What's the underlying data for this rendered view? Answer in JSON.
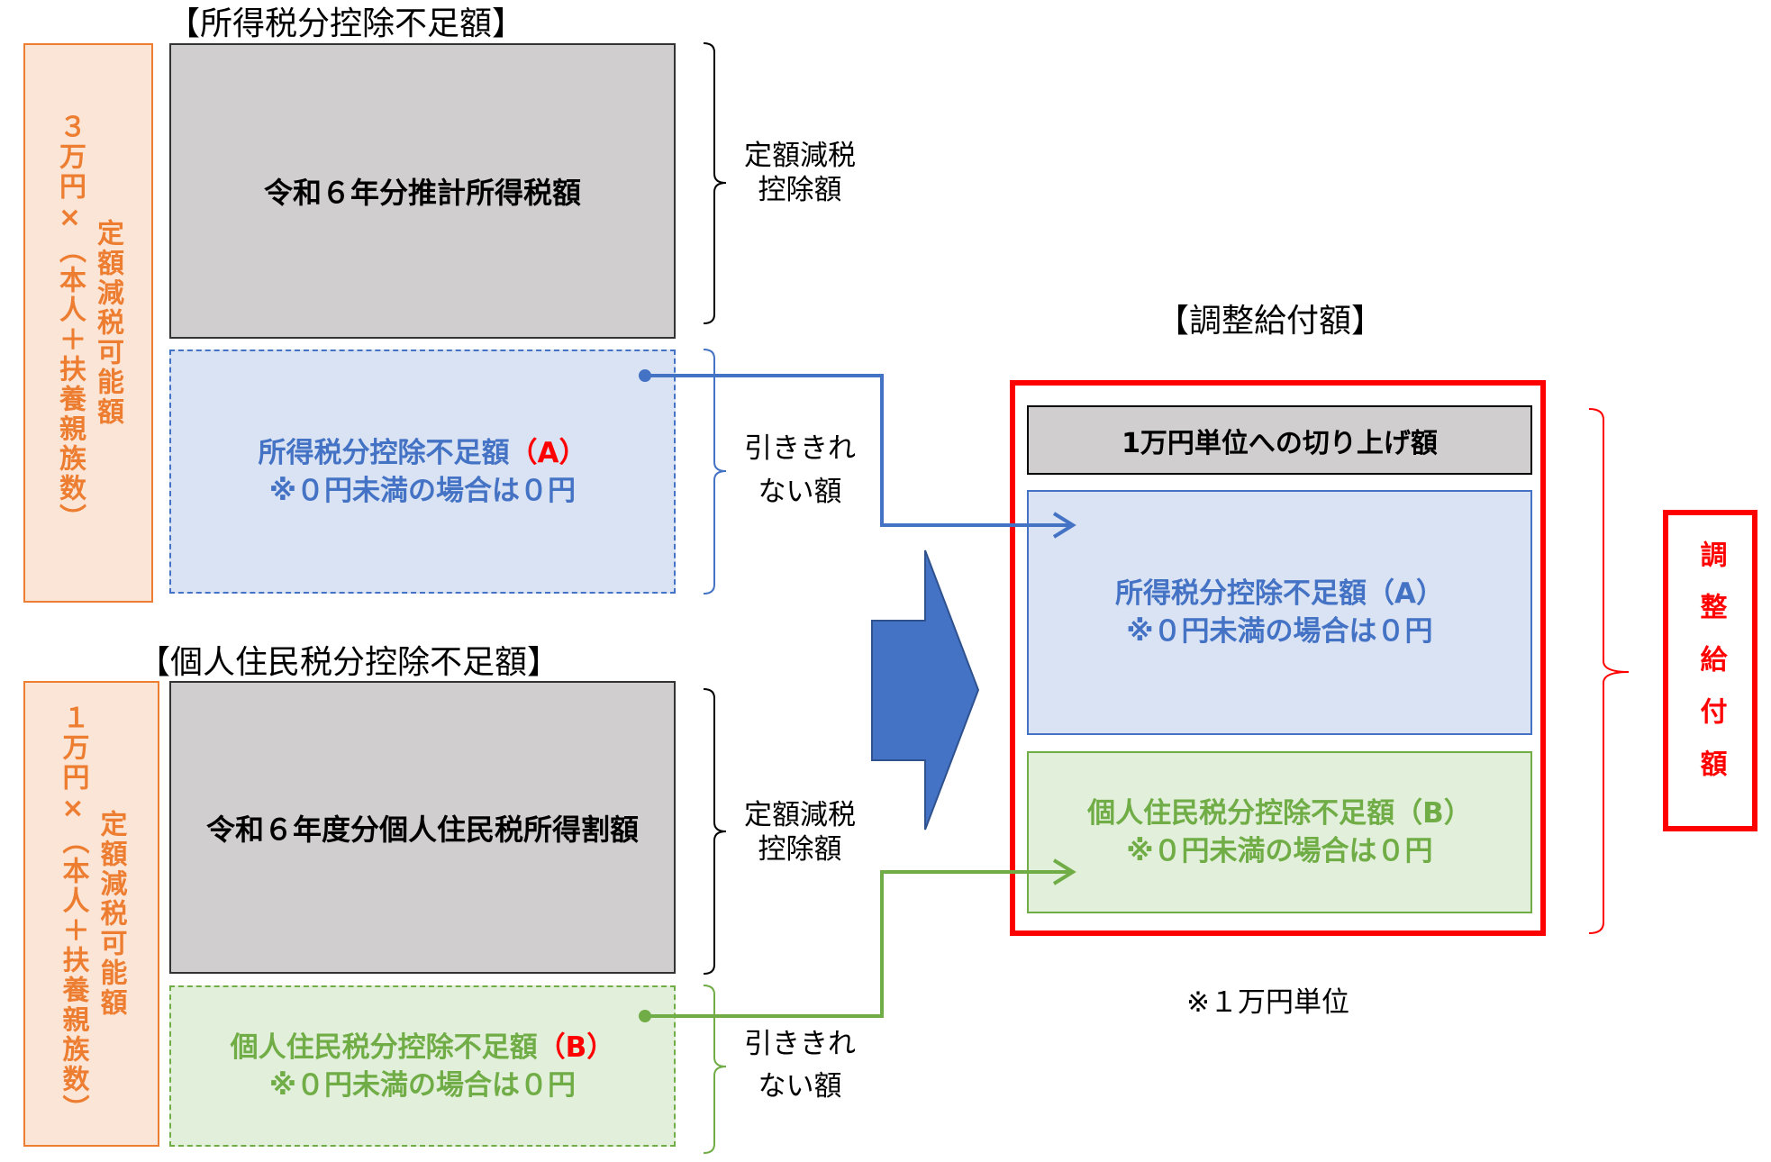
{
  "income_tax": {
    "title": "【所得税分控除不足額】",
    "capacity_box": {
      "line1": "定額減税可能額",
      "line2": "３万円×（本人＋扶養親族数）"
    },
    "estimated_tax_box": "令和６年分推計所得税額",
    "deduction_label": {
      "line1": "定額減税",
      "line2": "控除額"
    },
    "shortfall_box": {
      "label": "所得税分控除不足額",
      "marker": "（A）",
      "note": "※０円未満の場合は０円"
    },
    "remaining_label": {
      "line1": "引ききれ",
      "line2": "ない額"
    }
  },
  "resident_tax": {
    "title": "【個人住民税分控除不足額】",
    "capacity_box": {
      "line1": "定額減税可能額",
      "line2": "１万円×（本人＋扶養親族数）"
    },
    "income_levy_box": "令和６年度分個人住民税所得割額",
    "deduction_label": {
      "line1": "定額減税",
      "line2": "控除額"
    },
    "shortfall_box": {
      "label": "個人住民税分控除不足額",
      "marker": "（B）",
      "note": "※０円未満の場合は０円"
    },
    "remaining_label": {
      "line1": "引ききれ",
      "line2": "ない額"
    }
  },
  "adjustment": {
    "title": "【調整給付額】",
    "roundup_box": "1万円単位への切り上げ額",
    "a_box": {
      "label": "所得税分控除不足額",
      "marker": "（A）",
      "note": "※０円未満の場合は０円"
    },
    "b_box": {
      "label": "個人住民税分控除不足額",
      "marker": "（B）",
      "note": "※０円未満の場合は０円"
    },
    "result_label": "調整給付額",
    "unit_note": "※１万円単位"
  },
  "colors": {
    "orange": "#ed7d31",
    "orange_fill": "#fbe5d6",
    "gray_fill": "#d0cece",
    "blue": "#4472c4",
    "blue_fill": "#dae3f3",
    "green": "#70ad47",
    "green_fill": "#e2efda",
    "red": "#ff0000"
  }
}
